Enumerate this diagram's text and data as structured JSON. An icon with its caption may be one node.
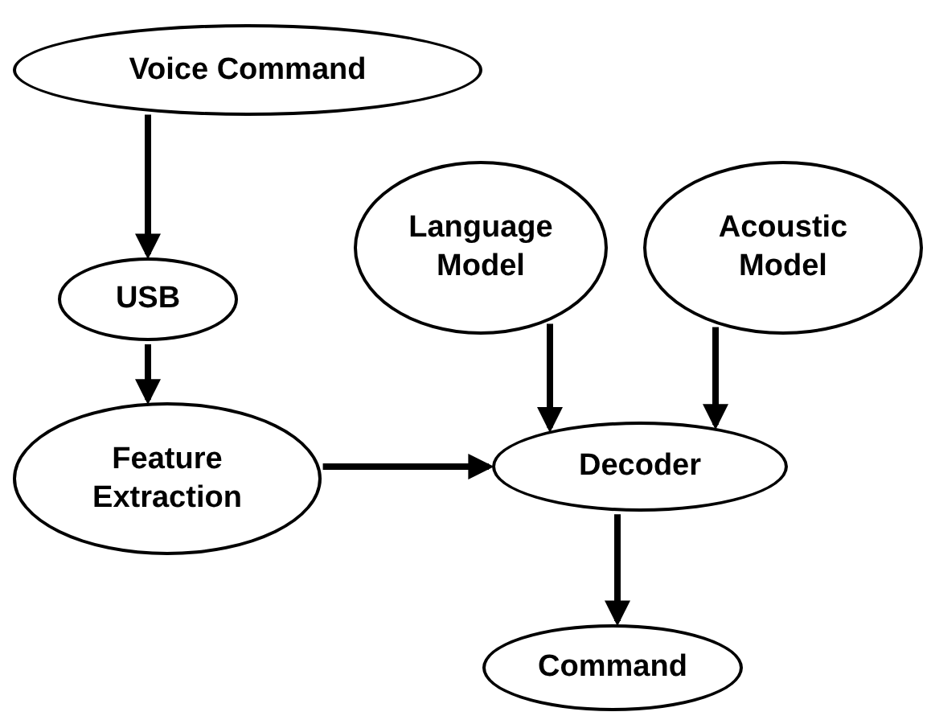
{
  "diagram": {
    "nodes": [
      {
        "text": [
          "Voice Command"
        ]
      },
      {
        "text": [
          "USB"
        ]
      },
      {
        "text": [
          "Language Model"
        ]
      },
      {
        "text": [
          "Acoustic Model"
        ]
      },
      {
        "text": [
          "Feature Extraction"
        ]
      },
      {
        "text": [
          "Decoder"
        ]
      },
      {
        "text": [
          "Command"
        ]
      }
    ],
    "edges": [
      {
        "from": 0,
        "to": 1,
        "arrow": "to"
      },
      {
        "from": 1,
        "to": 4,
        "arrow": "to"
      },
      {
        "from": 2,
        "to": 5,
        "arrow": "to"
      },
      {
        "from": 3,
        "to": 5,
        "arrow": "to"
      },
      {
        "from": 4,
        "to": 5,
        "arrow": "to"
      },
      {
        "from": 5,
        "to": 6,
        "arrow": "to"
      }
    ]
  }
}
